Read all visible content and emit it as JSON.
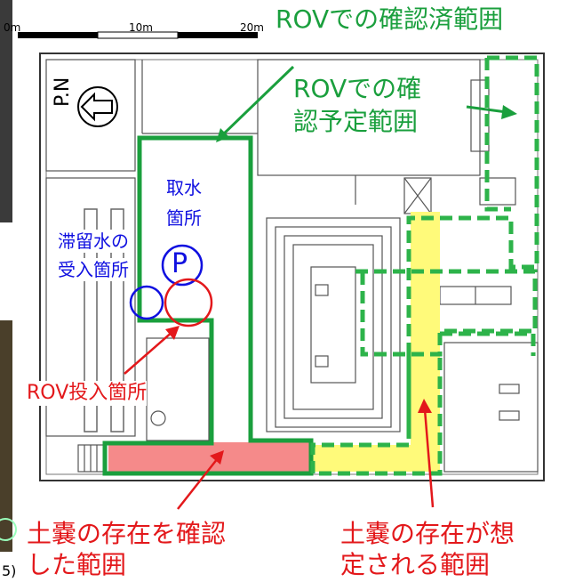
{
  "scale": {
    "tick_left": "0m",
    "tick_mid": "10m",
    "tick_right": "20m"
  },
  "north": {
    "label": "P.N"
  },
  "labels": {
    "confirmed_range": "ROVでの確認済範囲",
    "planned_line1": "ROVでの確",
    "planned_line2": "認予定範囲",
    "intake_line1": "取水",
    "intake_line2": "箇所",
    "pump": "P",
    "water_line1": "滞留水の",
    "water_line2": "受入箇所",
    "rov_entry": "ROV投入箇所",
    "sandbag_confirmed_line1": "土嚢の存在を確認",
    "sandbag_confirmed_line2": "した範囲",
    "sandbag_expected_line1": "土嚢の存在が想",
    "sandbag_expected_line2": "定される範囲",
    "corner_text": "5)"
  },
  "colors": {
    "confirmed_green": "#1a9f3d",
    "planned_green": "#2db34a",
    "sandbag_confirmed": "#f58a8a",
    "sandbag_expected": "#fffa7a",
    "accent_red": "#e3181b",
    "accent_blue": "#1010e0",
    "wall": "#333333"
  }
}
